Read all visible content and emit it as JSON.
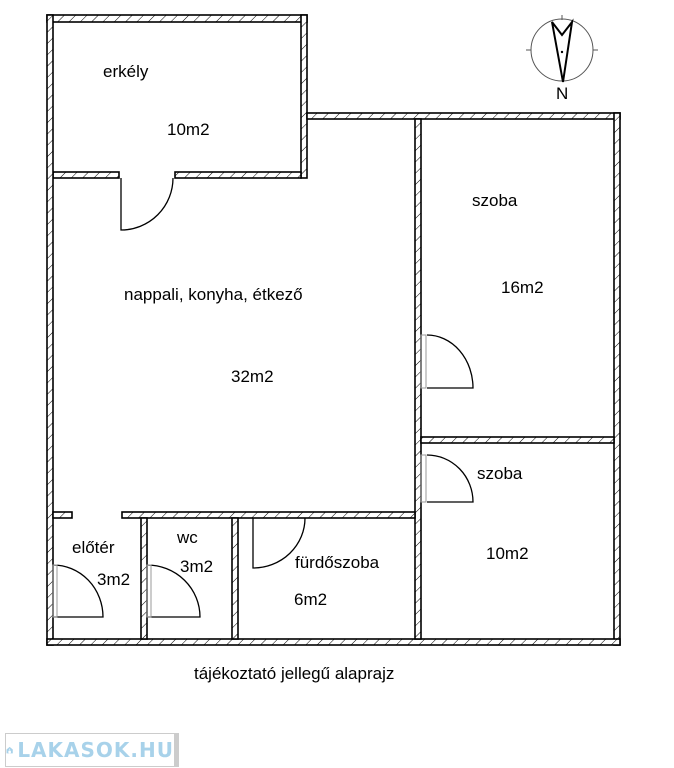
{
  "rooms": {
    "balcony": {
      "name": "erkély",
      "area": "10m2"
    },
    "living": {
      "name": "nappali, konyha, étkező",
      "area": "32m2"
    },
    "bedroom1": {
      "name": "szoba",
      "area": "16m2"
    },
    "bedroom2": {
      "name": "szoba",
      "area": "10m2"
    },
    "hall": {
      "name": "előtér",
      "area": "3m2"
    },
    "wc": {
      "name": "wc",
      "area": "3m2"
    },
    "bathroom": {
      "name": "fürdőszoba",
      "area": "6m2"
    }
  },
  "caption": "tájékoztató jellegű alaprajz",
  "compass": {
    "label": "N"
  },
  "logo": {
    "text": "LAKASOK.HU"
  }
}
